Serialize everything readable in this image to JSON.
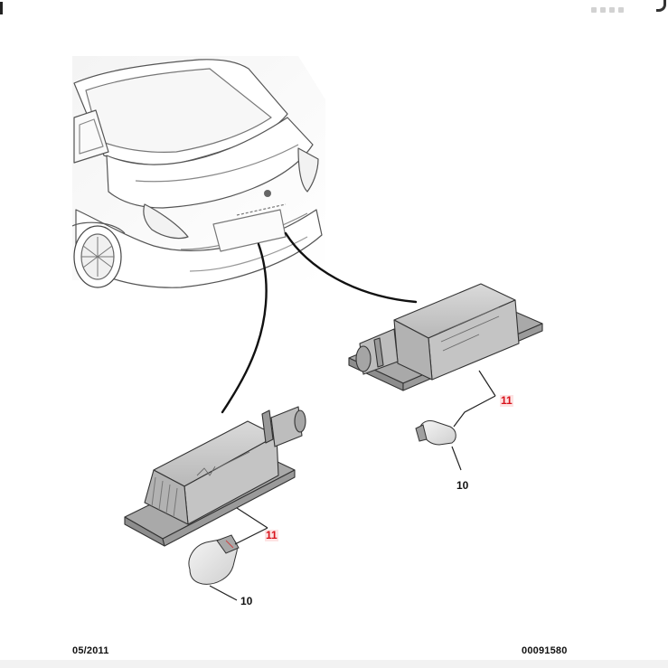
{
  "callouts": {
    "ref_upper": "11",
    "ref_lower": "11",
    "bulb_upper": "10",
    "bulb_lower": "10"
  },
  "footer": {
    "date": "05/2011",
    "code": "00091580"
  },
  "colors": {
    "callout_red": "#d8121b",
    "part_fill": "#c9c9c9",
    "part_dark": "#8a8a8a",
    "line": "#1a1a1a"
  }
}
